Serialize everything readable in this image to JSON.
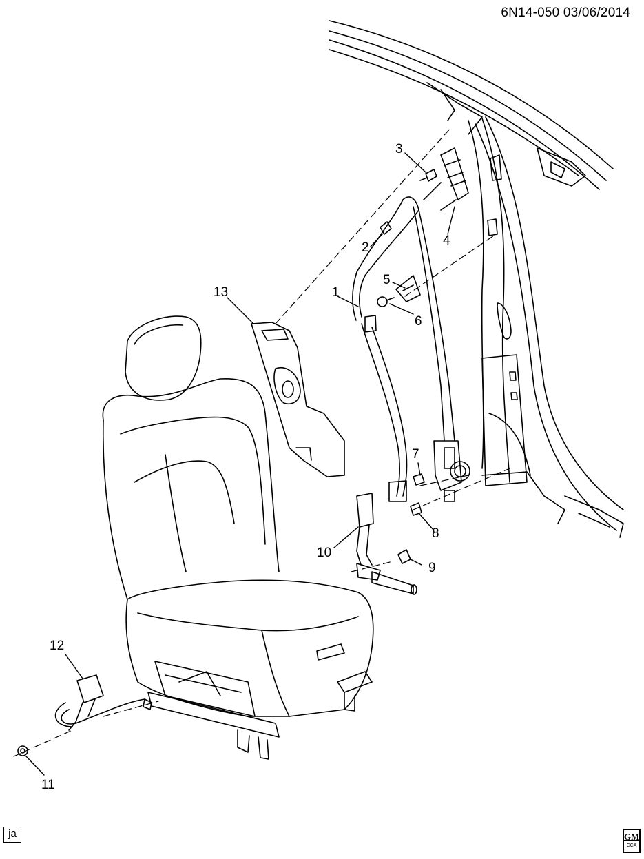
{
  "header": {
    "diagram_code": "6N14-050 03/06/2014"
  },
  "callouts": [
    {
      "id": "c1",
      "label": "1"
    },
    {
      "id": "c2",
      "label": "2"
    },
    {
      "id": "c3",
      "label": "3"
    },
    {
      "id": "c4",
      "label": "4"
    },
    {
      "id": "c5",
      "label": "5"
    },
    {
      "id": "c6",
      "label": "6"
    },
    {
      "id": "c7",
      "label": "7"
    },
    {
      "id": "c8",
      "label": "8"
    },
    {
      "id": "c9",
      "label": "9"
    },
    {
      "id": "c10",
      "label": "10"
    },
    {
      "id": "c11",
      "label": "11"
    },
    {
      "id": "c12",
      "label": "12"
    },
    {
      "id": "c13",
      "label": "13"
    }
  ],
  "footer": {
    "language_code": "ja",
    "logo_text": "GM",
    "logo_subtext": "CCA"
  }
}
